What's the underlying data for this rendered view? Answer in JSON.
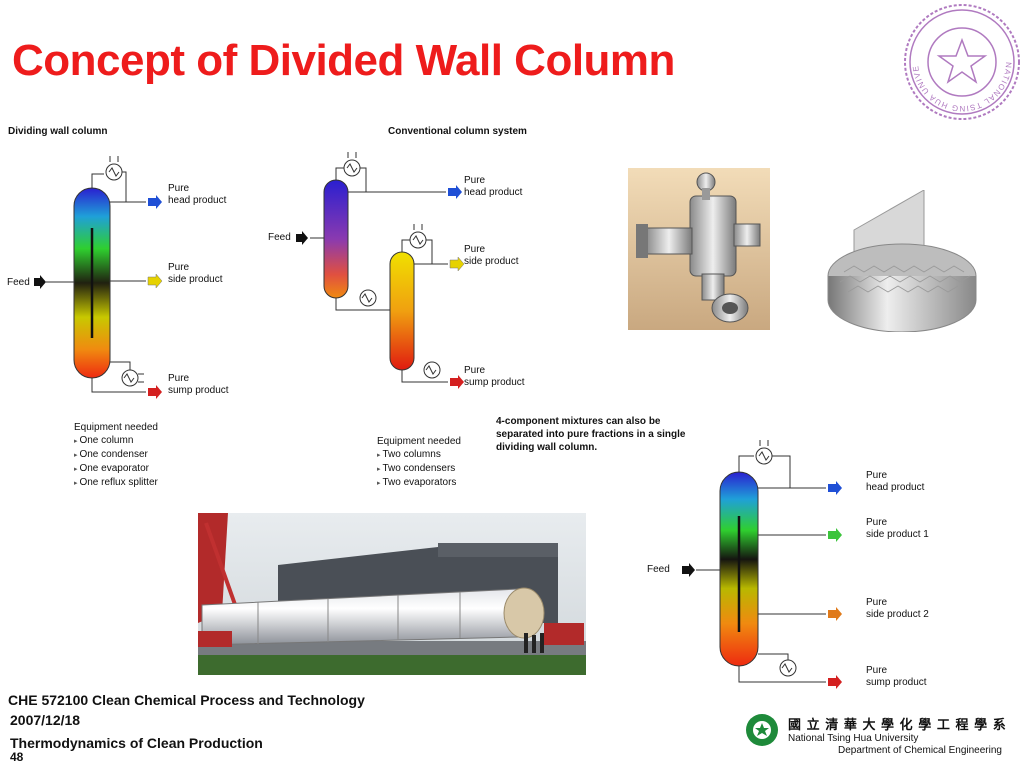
{
  "slide": {
    "title": "Concept of Divided Wall Column",
    "page_number": "48"
  },
  "dwc_diagram": {
    "caption": "Dividing wall column",
    "feed": "Feed",
    "head": [
      "Pure",
      "head product"
    ],
    "side": [
      "Pure",
      "side product"
    ],
    "sump": [
      "Pure",
      "sump product"
    ],
    "equipment_title": "Equipment needed",
    "equipment": [
      "One column",
      "One condenser",
      "One evaporator",
      "One reflux splitter"
    ]
  },
  "conventional_diagram": {
    "caption": "Conventional column system",
    "feed": "Feed",
    "head": [
      "Pure",
      "head product"
    ],
    "side": [
      "Pure",
      "side product"
    ],
    "sump": [
      "Pure",
      "sump product"
    ],
    "equipment_title": "Equipment needed",
    "equipment": [
      "Two columns",
      "Two condensers",
      "Two evaporators"
    ]
  },
  "four_component": {
    "note": "4-component mixtures can also be separated into pure fractions in a single dividing wall column.",
    "feed": "Feed",
    "head": [
      "Pure",
      "head product"
    ],
    "side1": [
      "Pure",
      "side product 1"
    ],
    "side2": [
      "Pure",
      "side product 2"
    ],
    "sump": [
      "Pure",
      "sump product"
    ]
  },
  "footer": {
    "course": "CHE 572100 Clean Chemical Process and Technology",
    "date": "2007/12/18",
    "topic": "Thermodynamics of Clean Production"
  },
  "university": {
    "name_zh": "國 立 清 華 大 學 化 學 工 程 學 系",
    "name_en": "National Tsing Hua University",
    "department": "Department of Chemical Engineering",
    "seal_text": "NATIONAL TSING HUA UNIVERSITY"
  },
  "colors": {
    "title": "#ee1c1c",
    "arrow_head": "#1f4fd6",
    "arrow_side": "#e6d200",
    "arrow_side1": "#3cc43c",
    "arrow_side2": "#e07a1a",
    "arrow_sump": "#d42020",
    "seal": "#b07ac0"
  }
}
